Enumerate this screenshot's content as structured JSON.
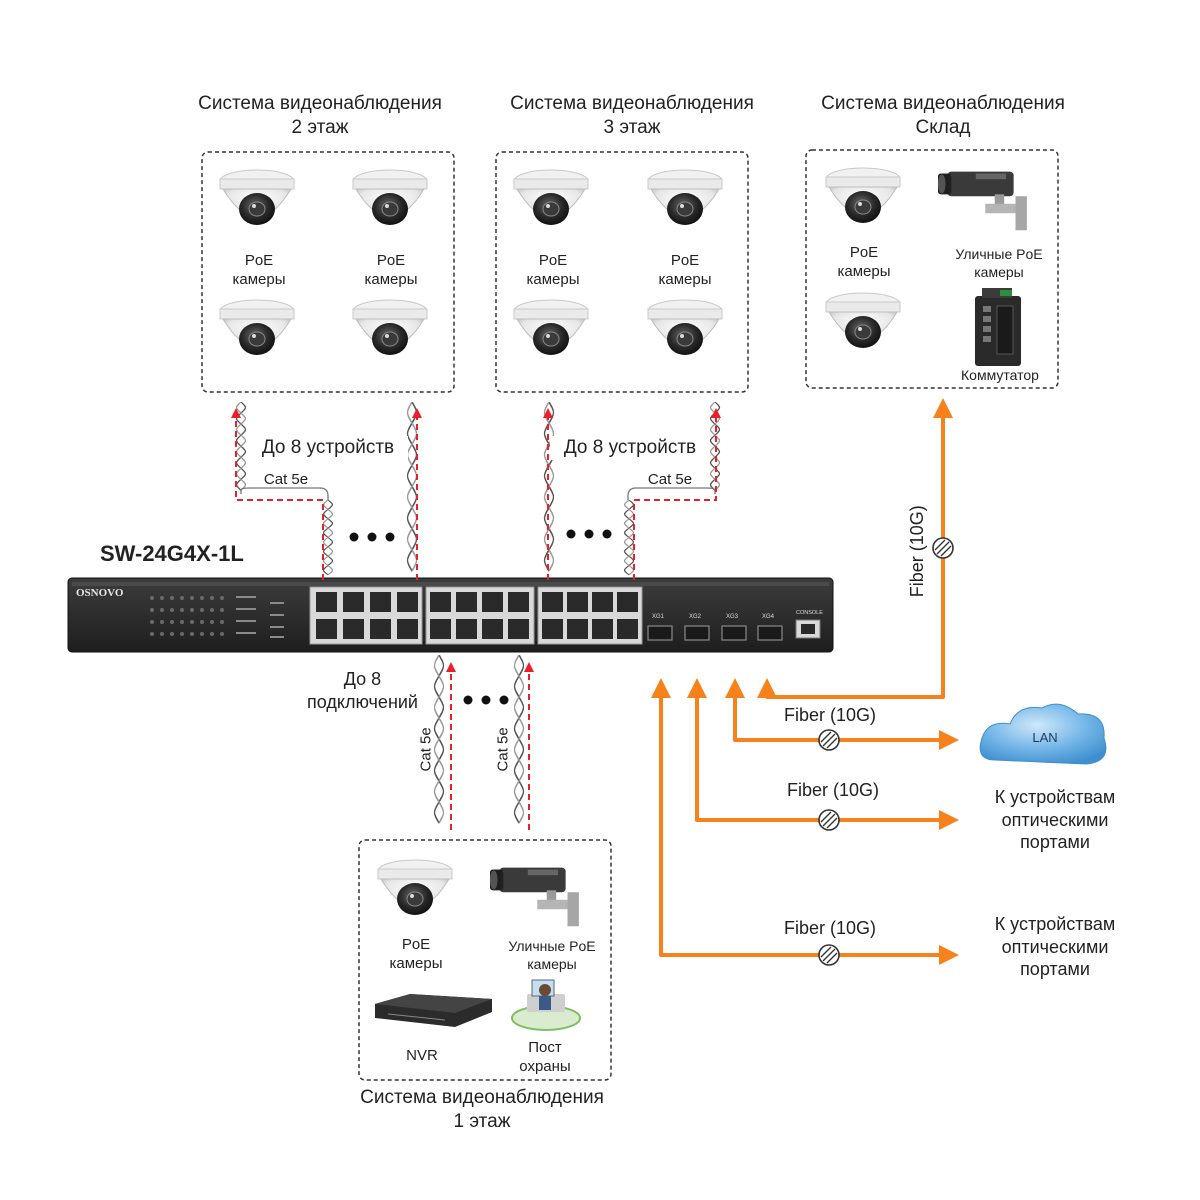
{
  "switch": {
    "model": "SW-24G4X-1L",
    "brand": "OSNOVO",
    "console_label": "CONSOLE",
    "sfp_labels": [
      "XG1",
      "XG2",
      "XG3",
      "XG4"
    ]
  },
  "groups": {
    "floor2": {
      "title_line1": "Система видеонаблюдения",
      "title_line2": "2 этаж",
      "device_label_line1": "PoE",
      "device_label_line2": "камеры"
    },
    "floor3": {
      "title_line1": "Система видеонаблюдения",
      "title_line2": "3 этаж",
      "device_label_line1": "PoE",
      "device_label_line2": "камеры"
    },
    "warehouse": {
      "title_line1": "Система видеонаблюдения",
      "title_line2": "Склад",
      "poe_line1": "PoE",
      "poe_line2": "камеры",
      "outdoor_line1": "Уличные PoE",
      "outdoor_line2": "камеры",
      "switch_label": "Коммутатор"
    },
    "floor1": {
      "title_line1": "Система видеонаблюдения",
      "title_line2": "1 этаж",
      "poe_line1": "PoE",
      "poe_line2": "камеры",
      "outdoor_line1": "Уличные PoE",
      "outdoor_line2": "камеры",
      "nvr_label": "NVR",
      "guard_line1": "Пост",
      "guard_line2": "охраны"
    }
  },
  "links": {
    "up_devices": "До 8 устройств",
    "cable": "Cat 5e",
    "down_line1": "До 8",
    "down_line2": "подключений",
    "fiber": "Fiber (10G)",
    "lan": "LAN",
    "optical_line1": "К устройствам",
    "optical_line2": "оптическими",
    "optical_line3": "портами"
  },
  "colors": {
    "fiber": "#f7821b",
    "poe_arrow": "#e8202a",
    "switch_body": "#2b2b2b",
    "cloud": "#5aa6e0"
  }
}
